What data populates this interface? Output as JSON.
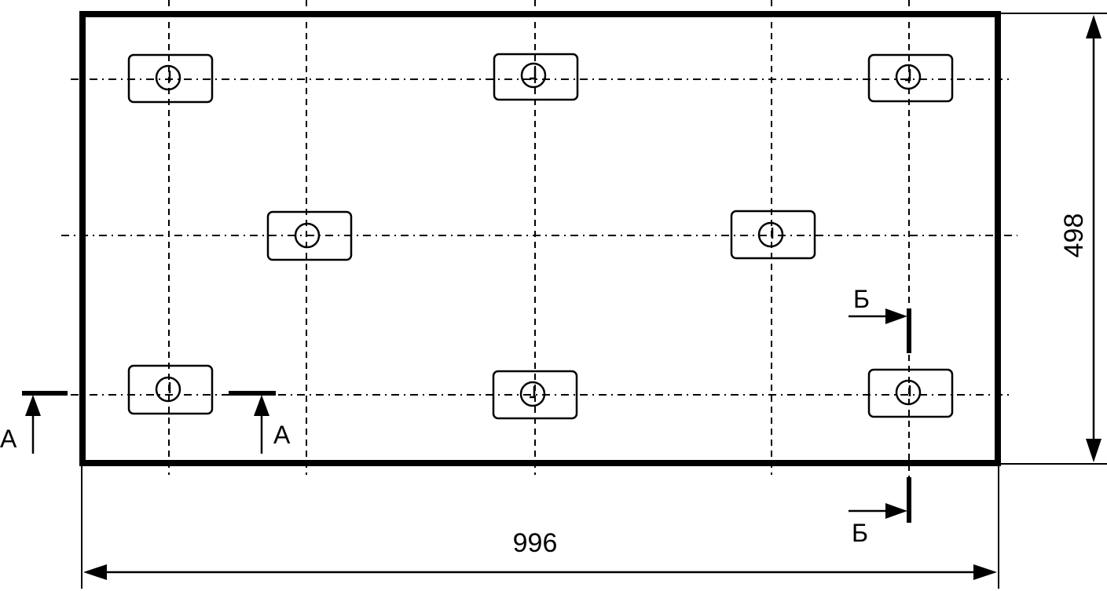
{
  "colors": {
    "line": "#000000",
    "background": "#ffffff"
  },
  "dimensions": {
    "width_label": "996",
    "height_label": "498"
  },
  "sections": {
    "a_left": "А",
    "a_right": "А",
    "b_top": "Б",
    "b_bottom": "Б"
  },
  "bolt_slots": [
    {
      "id": "top-left"
    },
    {
      "id": "top-center"
    },
    {
      "id": "top-right"
    },
    {
      "id": "middle-left"
    },
    {
      "id": "middle-right"
    },
    {
      "id": "bottom-left"
    },
    {
      "id": "bottom-center"
    },
    {
      "id": "bottom-right"
    }
  ]
}
